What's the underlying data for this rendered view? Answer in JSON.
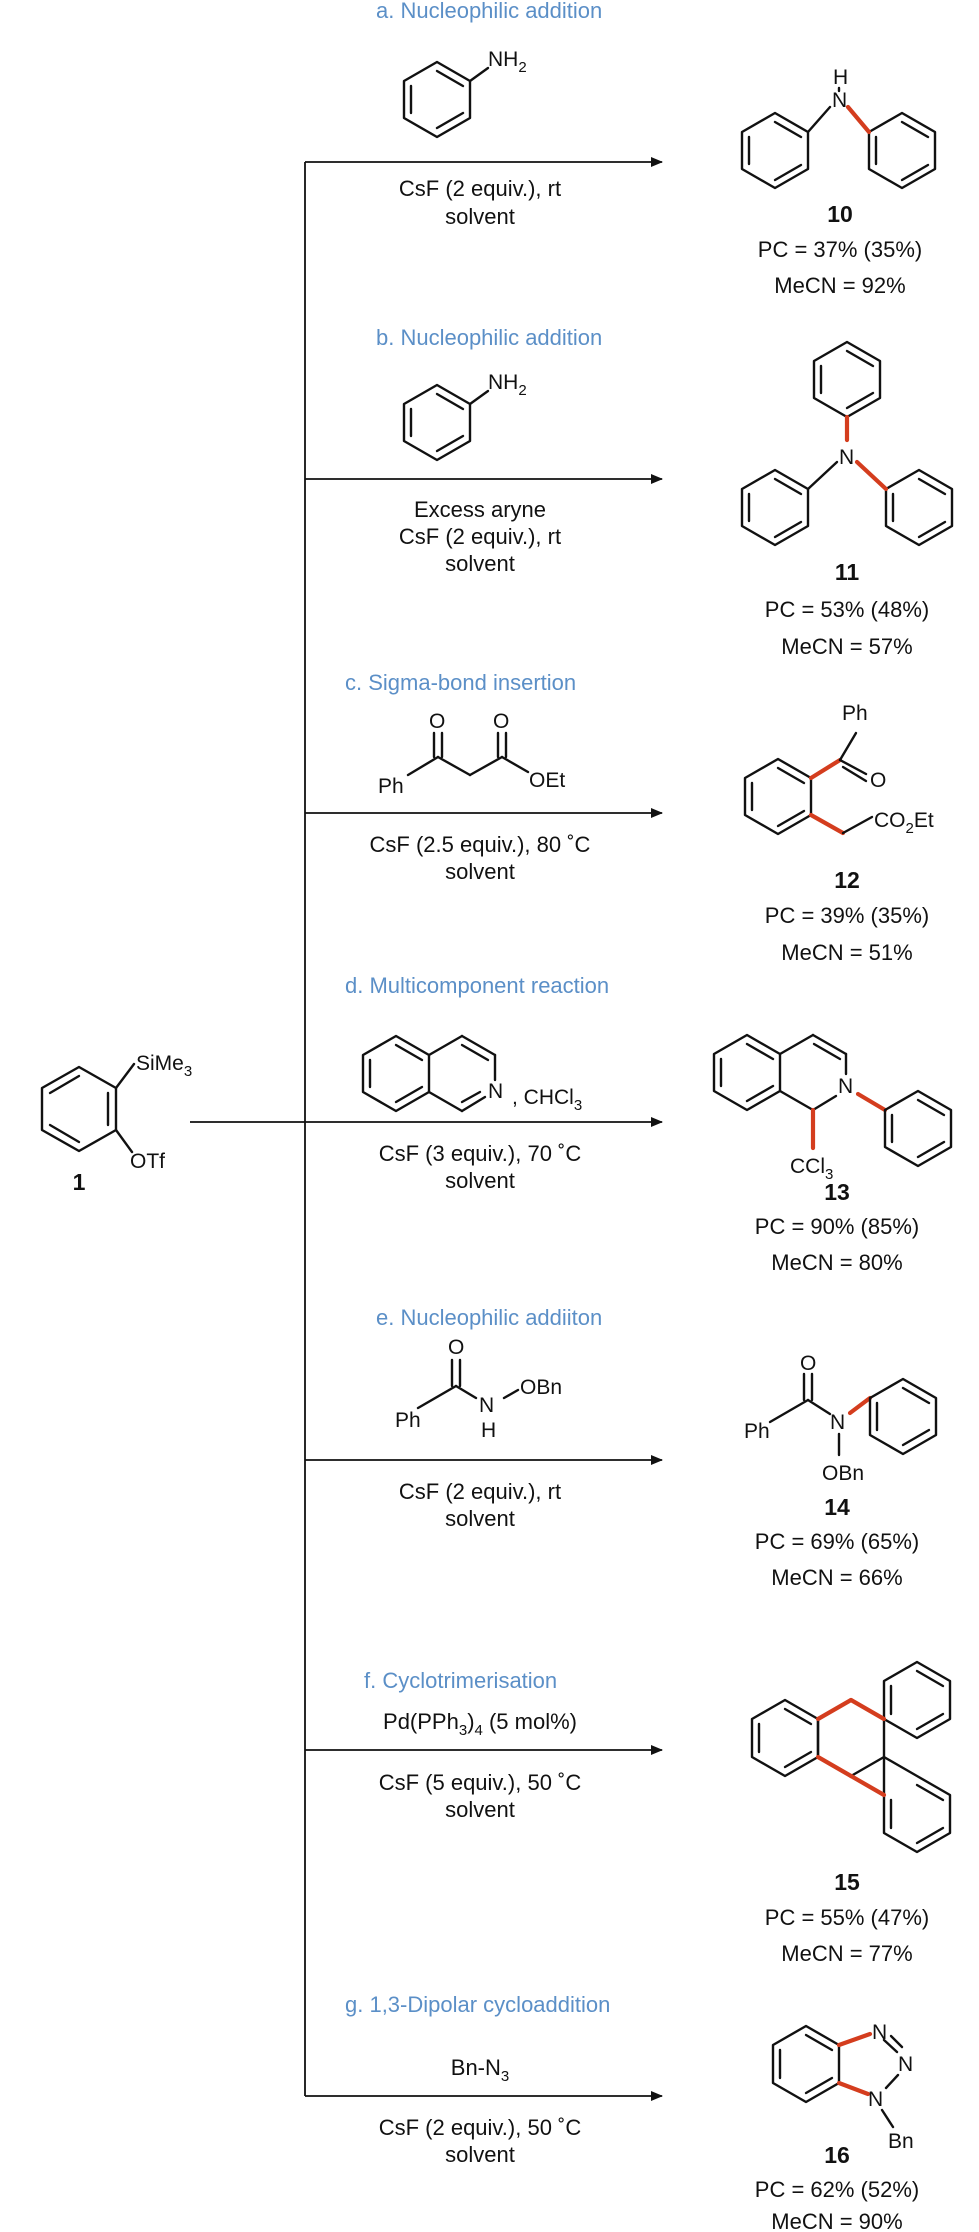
{
  "colors": {
    "reaction_title": "#5b8fc7",
    "new_bond": "#d43d1e",
    "ink": "#111111"
  },
  "start": {
    "labels": {
      "top": "SiMe",
      "top_sub": "3",
      "bottom": "OTf"
    },
    "number": "1"
  },
  "reactions": [
    {
      "title": "a. Nucleophilic addition",
      "reagent": {
        "top": "NH",
        "top_sub": "2"
      },
      "conditions": [
        "CsF (2 equiv.), rt",
        "solvent"
      ],
      "product": {
        "number": "10",
        "label_n": "N",
        "label_h": "H",
        "yield_pc": "PC = 37% (35%)",
        "yield_mecn": "MeCN = 92%"
      }
    },
    {
      "title": "b. Nucleophilic addition",
      "reagent": {
        "top": "NH",
        "top_sub": "2"
      },
      "conditions": [
        "Excess aryne",
        "CsF (2 equiv.), rt",
        "solvent"
      ],
      "product": {
        "number": "11",
        "label_n": "N",
        "yield_pc": "PC = 53% (48%)",
        "yield_mecn": "MeCN = 57%"
      }
    },
    {
      "title": "c. Sigma-bond insertion",
      "reagent": {
        "o1": "O",
        "o2": "O",
        "ph": "Ph",
        "oet": "OEt"
      },
      "conditions": [
        "CsF (2.5 equiv.), 80 ˚C",
        "solvent"
      ],
      "product": {
        "number": "12",
        "ph": "Ph",
        "o": "O",
        "ester": "CO",
        "ester_sub": "2",
        "ester_tail": "Et",
        "yield_pc": "PC = 39% (35%)",
        "yield_mecn": "MeCN = 51%"
      }
    },
    {
      "title": "d. Multicomponent reaction",
      "reagent": {
        "n": "N",
        "extra": ", CHCl",
        "extra_sub": "3"
      },
      "conditions": [
        "CsF (3 equiv.), 70 ˚C",
        "solvent"
      ],
      "product": {
        "number": "13",
        "n": "N",
        "ccl": "CCl",
        "ccl_sub": "3",
        "yield_pc": "PC = 90% (85%)",
        "yield_mecn": "MeCN = 80%"
      }
    },
    {
      "title": "e. Nucleophilic addiiton",
      "reagent": {
        "o": "O",
        "ph": "Ph",
        "n": "N",
        "h": "H",
        "obn": "OBn"
      },
      "conditions": [
        "CsF (2 equiv.), rt",
        "solvent"
      ],
      "product": {
        "number": "14",
        "o": "O",
        "ph": "Ph",
        "n": "N",
        "obn": "OBn",
        "yield_pc": "PC = 69% (65%)",
        "yield_mecn": "MeCN = 66%"
      }
    },
    {
      "title": "f. Cyclotrimerisation",
      "reagent": {
        "catalyst": "Pd(PPh",
        "catalyst_sub": "3",
        "catalyst_tail": ")",
        "catalyst_sub2": "4",
        "catalyst_end": " (5 mol%)"
      },
      "conditions": [
        "CsF (5 equiv.), 50 ˚C",
        "solvent"
      ],
      "product": {
        "number": "15",
        "yield_pc": "PC = 55% (47%)",
        "yield_mecn": "MeCN = 77%"
      }
    },
    {
      "title": "g. 1,3-Dipolar cycloaddition",
      "reagent": {
        "azide": "Bn-N",
        "azide_sub": "3"
      },
      "conditions": [
        "CsF (2 equiv.), 50 ˚C",
        "solvent"
      ],
      "product": {
        "number": "16",
        "n1": "N",
        "n2": "N",
        "n3": "N",
        "bn": "Bn",
        "yield_pc": "PC = 62% (52%)",
        "yield_mecn": "MeCN = 90%"
      }
    }
  ]
}
